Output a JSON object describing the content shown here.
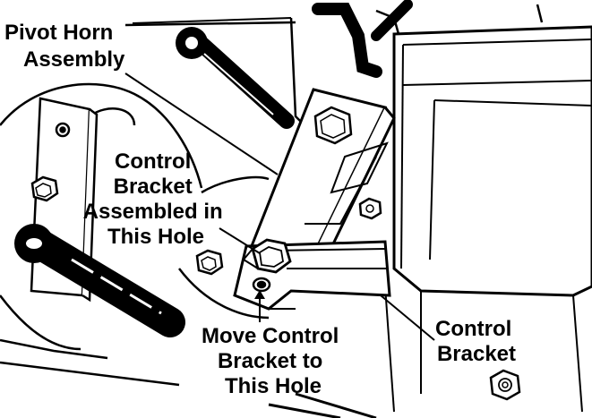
{
  "labels": {
    "pivot_horn": [
      "Pivot Horn",
      "Assembly"
    ],
    "assembled_hole": [
      "Control",
      "Bracket",
      "Assembled in",
      "This Hole"
    ],
    "move_bracket": [
      "Move Control",
      "Bracket to",
      "This Hole"
    ],
    "control_bracket": [
      "Control",
      "Bracket"
    ]
  },
  "colors": {
    "ink": "#000000",
    "paper": "#ffffff"
  }
}
